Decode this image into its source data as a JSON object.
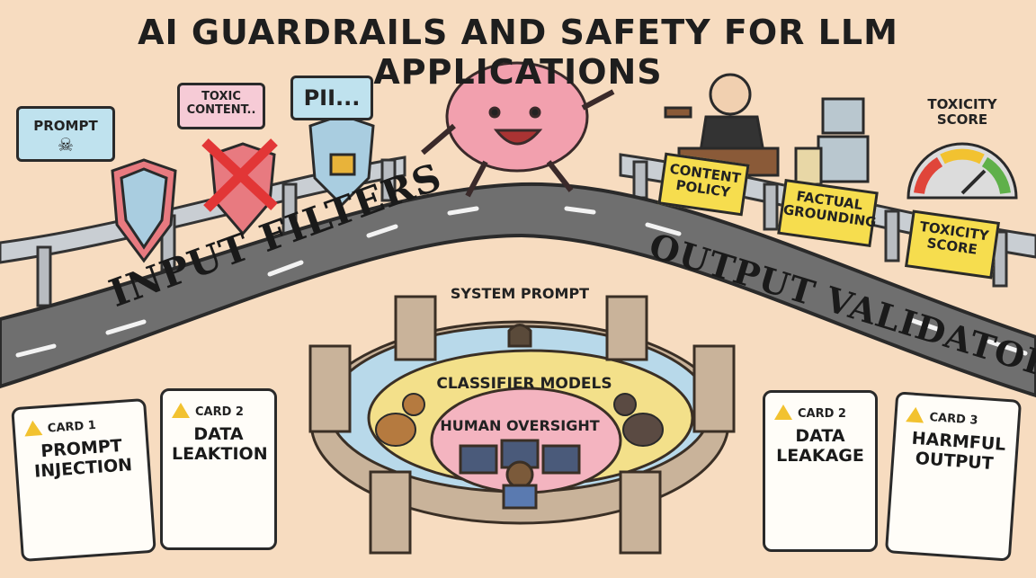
{
  "title": "AI GUARDRAILS AND SAFETY FOR LLM APPLICATIONS",
  "roads": {
    "input_label": "INPUT FILTERS",
    "output_label": "OUTPUT VALIDATORS"
  },
  "input_bubbles": {
    "prompt": "PROMPT",
    "toxic": "TOXIC CONTENT..",
    "pii": "PII..."
  },
  "output_signs": {
    "content_policy": "CONTENT POLICY",
    "factual": "FACTUAL GROUNDING",
    "toxicity_sign": "TOXICITY SCORE",
    "toxicity_gauge_title": "TOXICITY SCORE"
  },
  "castle": {
    "outer": "SYSTEM PROMPT",
    "middle": "CLASSIFIER MODELS",
    "inner": "HUMAN OVERSIGHT"
  },
  "cards": [
    {
      "tag": "CARD 1",
      "title": "PROMPT INJECTION"
    },
    {
      "tag": "CARD 2",
      "title": "DATA LEAKTION"
    },
    {
      "tag": "CARD 2",
      "title": "DATA LEAKAGE"
    },
    {
      "tag": "CARD 3",
      "title": "HARMFUL OUTPUT"
    }
  ],
  "colors": {
    "background": "#f7dcc0",
    "road": "#6f6f6f",
    "sign_yellow": "#f6dd4e",
    "brain_pink": "#f2a0ae",
    "moat": "#a8d4e6"
  }
}
